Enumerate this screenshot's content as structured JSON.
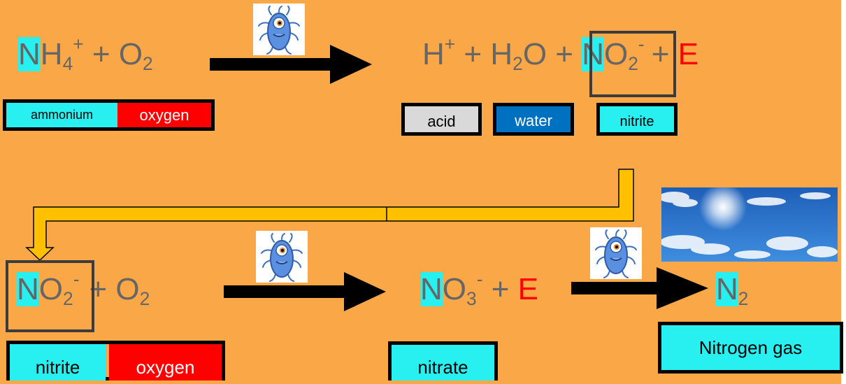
{
  "step1": {
    "reactant_n": "N",
    "reactant_rest": "H",
    "ammonium_sub": "4",
    "ammonium_sup": "+",
    "plus_1": " + O",
    "o2_sub": "2",
    "product_h": "H",
    "product_h_sup": "+",
    "plus_2": " + H",
    "water_sub": "2",
    "water_rest": "O + ",
    "nitrite_n": "N",
    "nitrite_o": "O",
    "nitrite_sub": "2",
    "nitrite_sup": "-",
    "plus_3": "+ ",
    "energy": "E"
  },
  "step2": {
    "nitrite_n": "N",
    "nitrite_o": "O",
    "nitrite_sub": "2",
    "nitrite_sup": "-",
    "plus_1": "+ O",
    "o2_sub": "2",
    "nitrate_n": "N",
    "nitrate_o": "O",
    "nitrate_sub": "3",
    "nitrate_sup": "-",
    "plus_2": " + ",
    "energy": "E",
    "n2_n": "N",
    "n2_sub": "2"
  },
  "labels": {
    "ammonium": "ammonium",
    "oxygen_1": "oxygen",
    "acid": "acid",
    "water": "water",
    "nitrite_1": "nitrite",
    "nitrite_2": "nitrite",
    "oxygen_2": "oxygen",
    "nitrate": "nitrate",
    "nitrogen_gas": "Nitrogen gas"
  },
  "colors": {
    "background": "#FAA847",
    "highlight": "#29F0F0",
    "oxygen": "#FF0000",
    "acid": "#D9D9D9",
    "water": "#0070C0",
    "connector": "#FFC000",
    "energy": "#FF0000"
  },
  "icons": {
    "microbe": "bacteria-icon",
    "sky": "sky-image"
  }
}
